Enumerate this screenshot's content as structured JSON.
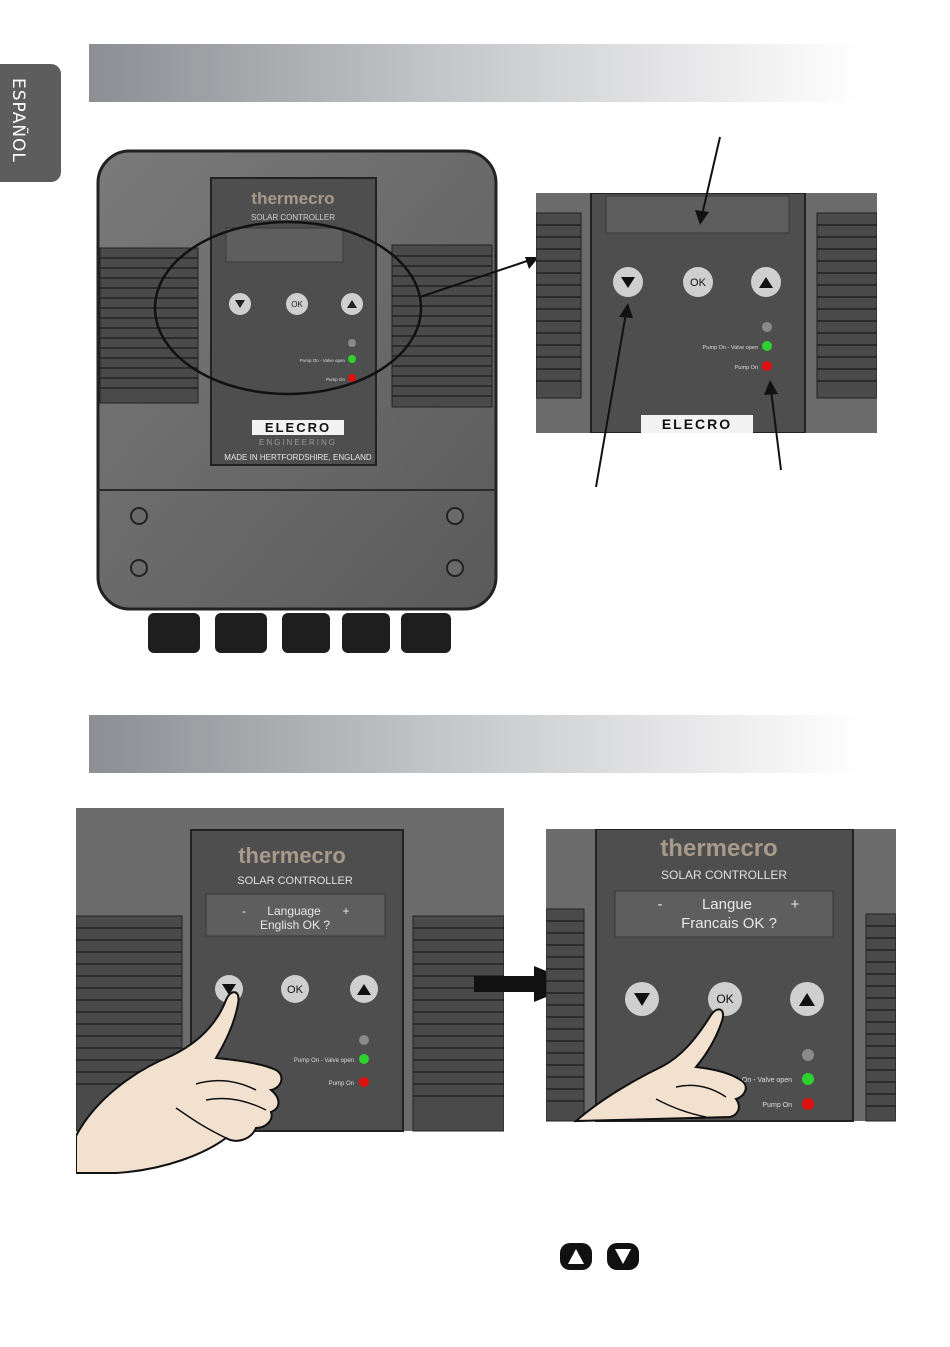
{
  "sidebar": {
    "language_tab": "ESPAÑOL"
  },
  "device": {
    "brand": "thermecro",
    "subtitle": "SOLAR CONTROLLER",
    "maker_logo": "ELECRO",
    "maker_sub": "ENGINEERING",
    "made_in": "MADE IN HERTFORDSHIRE, ENGLAND",
    "led_green_label": "Pump On - Valve open",
    "led_red_label": "Pump On",
    "ok_label": "OK"
  },
  "step1": {
    "display_line1_minus": "-",
    "display_line1_word": "Language",
    "display_line1_plus": "+",
    "display_line2": "English OK ?"
  },
  "step2": {
    "display_line1_minus": "-",
    "display_line1_word": "Langue",
    "display_line1_plus": "+",
    "display_line2": "Francais OK ?"
  },
  "icons": [
    "up-triangle-button-icon",
    "down-triangle-button-icon"
  ],
  "colors": {
    "panel_dark": "#4d4d4d",
    "led_green": "#2fd12f",
    "led_red": "#e01010",
    "band_dark": "#8d8e93"
  }
}
